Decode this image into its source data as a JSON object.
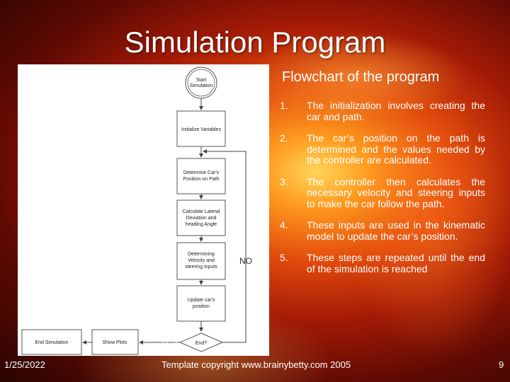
{
  "slide": {
    "title": "Simulation Program",
    "subheading": "Flowchart of the program",
    "date": "1/25/2022",
    "copyright": "Template copyright www.brainybetty.com 2005",
    "page_number": "9"
  },
  "steps": [
    {
      "num": "1.",
      "text": "The initialization involves creating the car and path."
    },
    {
      "num": "2.",
      "text": "The car’s position on the path is determined and the values needed by the controller are calculated."
    },
    {
      "num": "3.",
      "text": "The controller then calculates the necessary velocity and steering inputs to make the car follow the path."
    },
    {
      "num": "4.",
      "text": "These inputs are used in the kinematic model to update the car’s position."
    },
    {
      "num": "5.",
      "text": "These steps are repeated until the end of the simulation is reached"
    }
  ],
  "flowchart": {
    "start": [
      "Start",
      "Simulation"
    ],
    "init": "Initialize Variables",
    "position": [
      "Determine Car's",
      "Position on Path"
    ],
    "lateral": [
      "Calculate Lateral",
      "Deviation and",
      "heading Angle"
    ],
    "velocity": [
      "Determining",
      "Velocity and",
      "steering inputs"
    ],
    "update": [
      "Update car's",
      "position"
    ],
    "end_q": "End?",
    "show_plots": "Show Plots",
    "end_sim": "End Simulation",
    "yes": "YES",
    "no": "NO"
  }
}
